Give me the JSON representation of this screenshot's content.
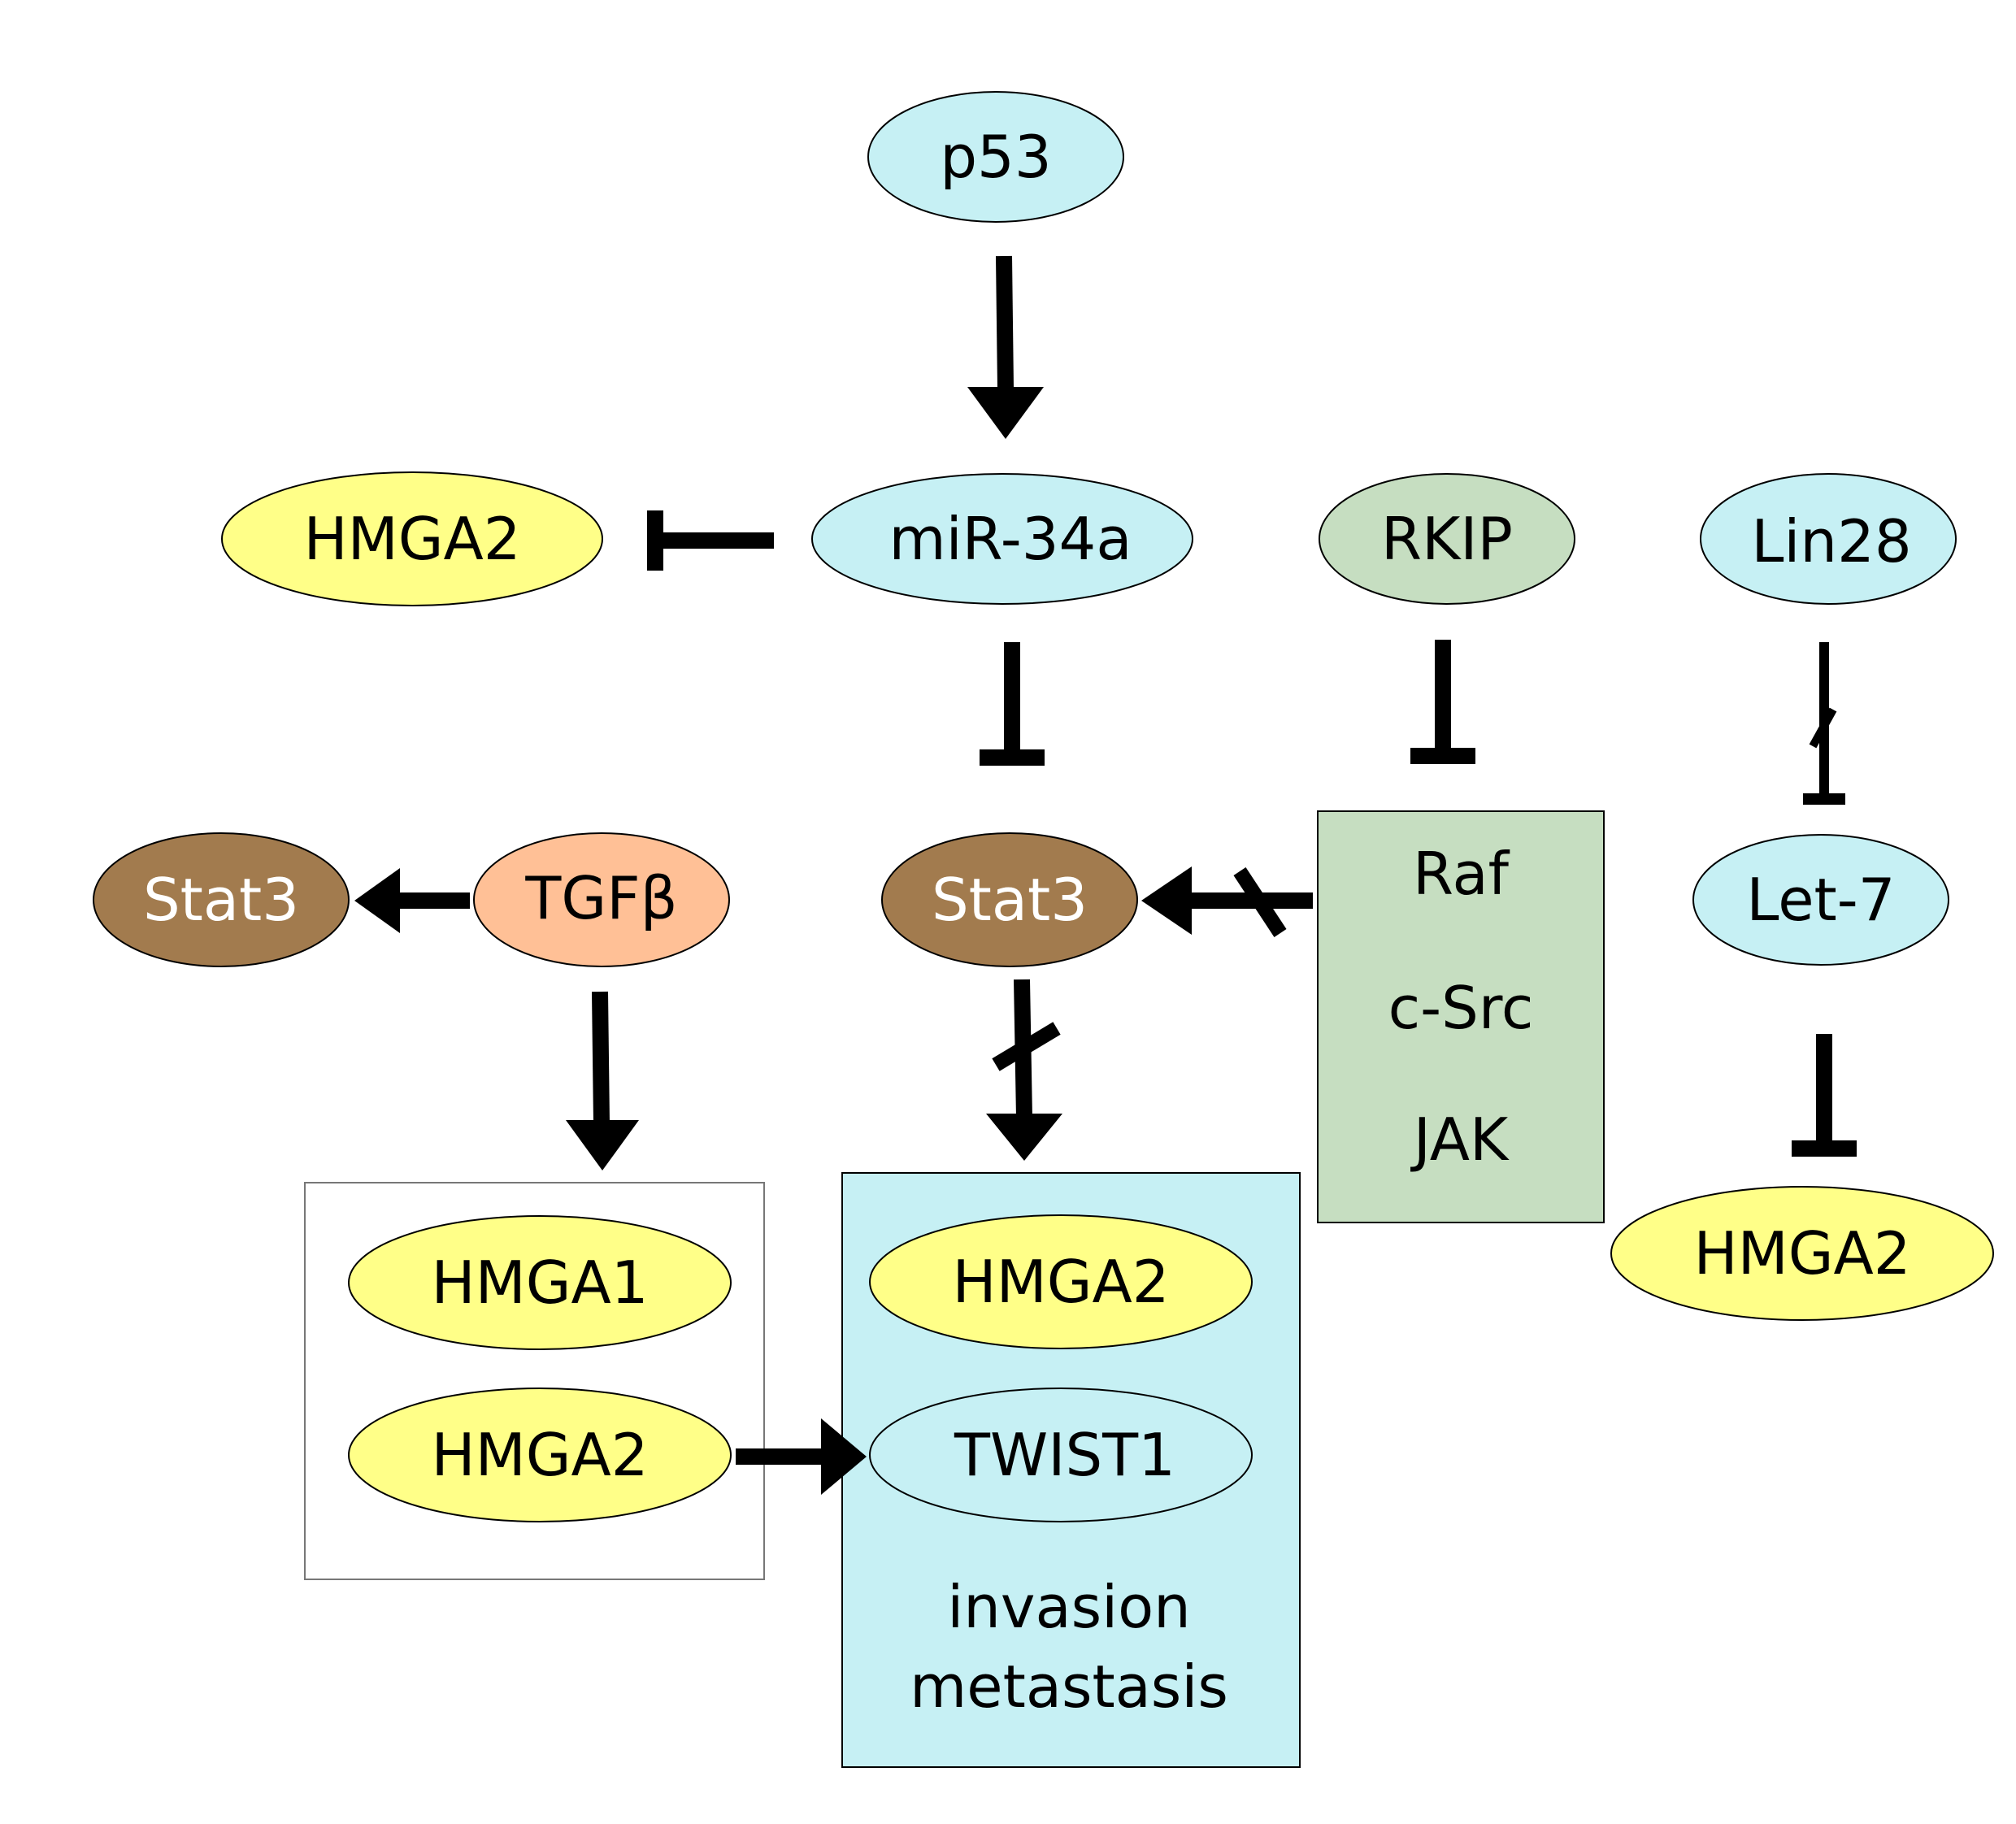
{
  "colors": {
    "blue": "#c6f0f4",
    "yellow": "#ffff88",
    "brown": "#a27b4e",
    "salmon": "#ffc096",
    "green": "#c6dec1",
    "white": "#ffffff",
    "ink": "#000000"
  },
  "nodes": {
    "p53": "p53",
    "mir34a": "miR-34a",
    "hmga2_left": "HMGA2",
    "rkip": "RKIP",
    "lin28": "Lin28",
    "stat3_left": "Stat3",
    "tgfb": "TGFβ",
    "stat3_center": "Stat3",
    "let7": "Let-7",
    "hmga2_right": "HMGA2",
    "hmga1_box": "HMGA1",
    "hmga2_box": "HMGA2",
    "hmga2_target": "HMGA2",
    "twist1": "TWIST1"
  },
  "kinase_box": {
    "items": [
      "Raf",
      "c-Src",
      "JAK"
    ]
  },
  "outcome": {
    "line1": "invasion",
    "line2": "metastasis"
  },
  "interactions": [
    {
      "from": "p53",
      "to": "miR-34a",
      "type": "activation"
    },
    {
      "from": "miR-34a",
      "to": "HMGA2",
      "type": "inhibition"
    },
    {
      "from": "miR-34a",
      "to": "Stat3",
      "type": "inhibition"
    },
    {
      "from": "RKIP",
      "to": "Raf / c-Src / JAK",
      "type": "inhibition"
    },
    {
      "from": "Raf / c-Src / JAK",
      "to": "Stat3",
      "type": "activation",
      "blocked": true
    },
    {
      "from": "Stat3",
      "to": "HMGA2 / TWIST1",
      "type": "activation",
      "blocked": true
    },
    {
      "from": "TGFβ",
      "to": "Stat3",
      "type": "activation"
    },
    {
      "from": "TGFβ",
      "to": "HMGA1 / HMGA2",
      "type": "activation"
    },
    {
      "from": "HMGA2",
      "to": "TWIST1",
      "type": "activation"
    },
    {
      "from": "Lin28",
      "to": "Let-7",
      "type": "inhibition",
      "blocked": true
    },
    {
      "from": "Let-7",
      "to": "HMGA2",
      "type": "inhibition"
    }
  ]
}
